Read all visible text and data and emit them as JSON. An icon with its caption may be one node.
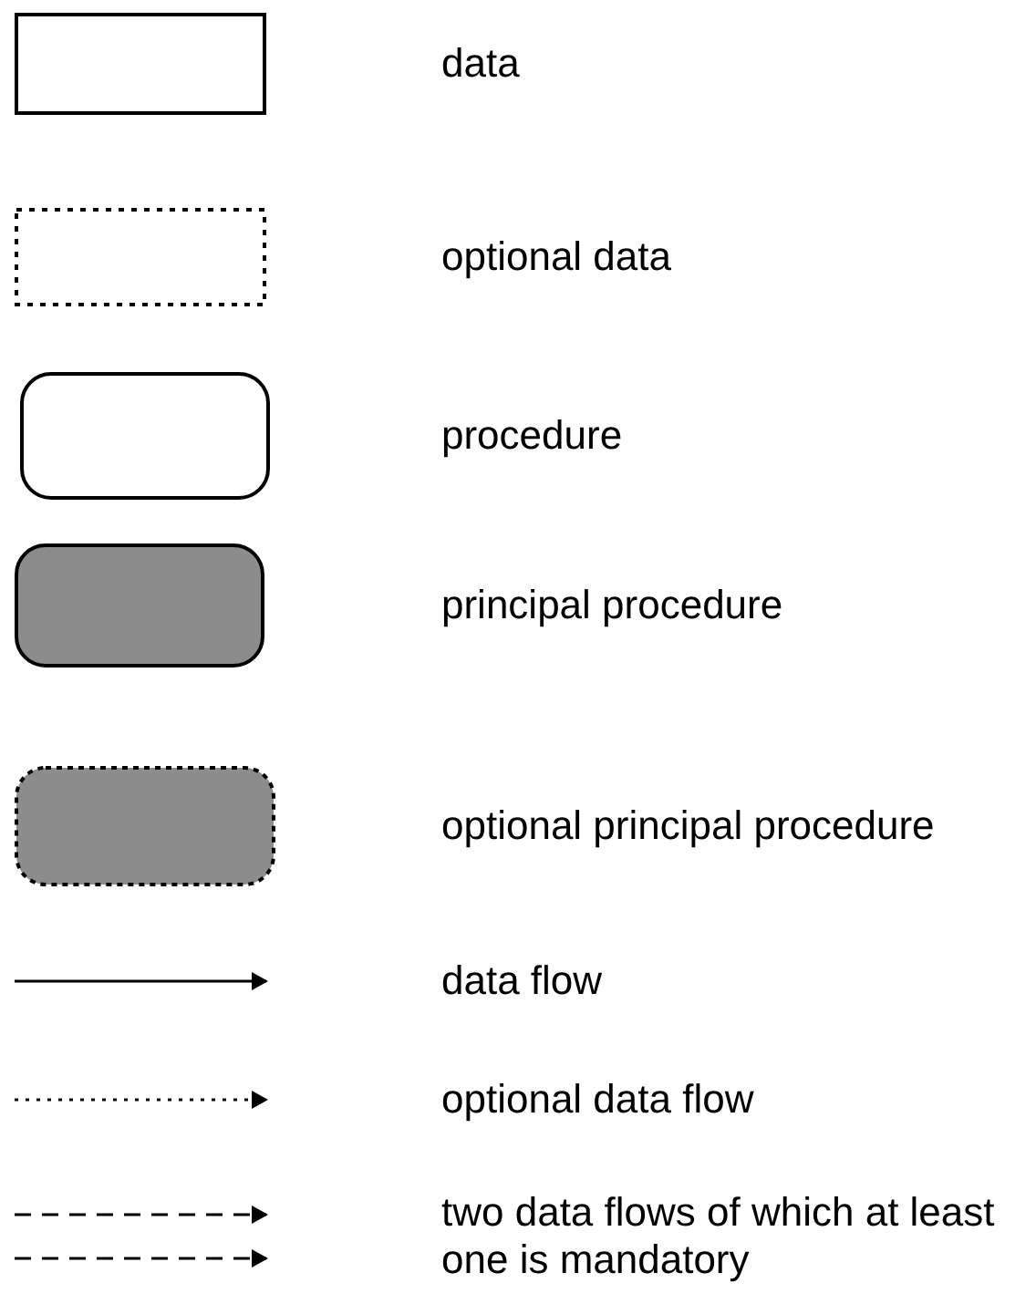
{
  "diagram": {
    "legend": [
      {
        "text": "data"
      },
      {
        "text": "optional data"
      },
      {
        "text": "procedure"
      },
      {
        "text": "principal procedure"
      },
      {
        "text": "optional principal procedure"
      },
      {
        "text": "data flow"
      },
      {
        "text": "optional data flow"
      },
      {
        "text": "two data flows of which at least one is mandatory"
      }
    ]
  }
}
